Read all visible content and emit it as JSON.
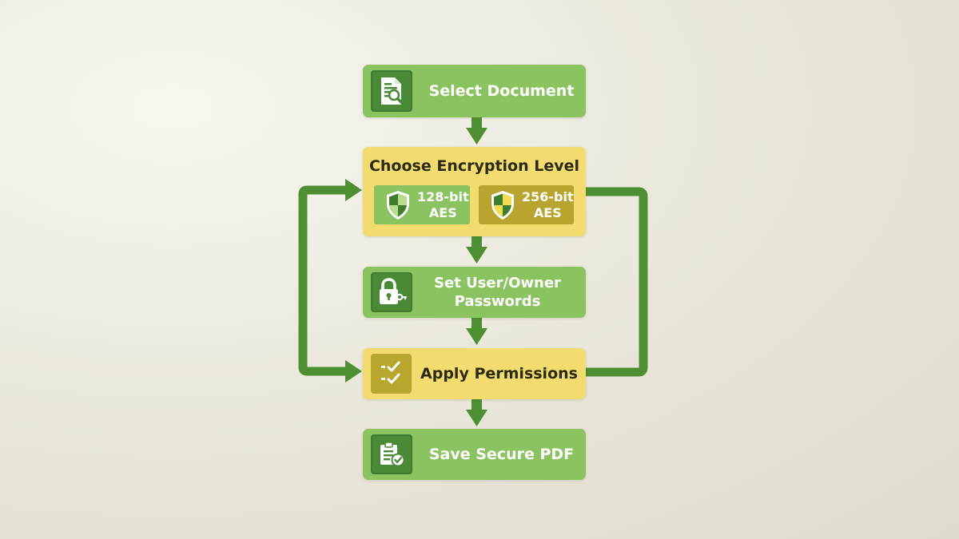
{
  "steps": {
    "select_document": "Select Document",
    "choose_encryption": {
      "title": "Choose Encryption Level",
      "options": [
        {
          "line1": "128-bit",
          "line2": "AES"
        },
        {
          "line1": "256-bit",
          "line2": "AES"
        }
      ]
    },
    "set_passwords": {
      "line1": "Set User/Owner",
      "line2": "Passwords"
    },
    "apply_permissions": "Apply Permissions",
    "save_pdf": "Save Secure PDF"
  },
  "colors": {
    "step_green": "#8bc360",
    "step_yellow": "#f3dc6f",
    "arrow": "#4e8f33",
    "icon_tile_green": "#4a8a36",
    "icon_tile_olive": "#b8a72e"
  },
  "icons": [
    "document-search-icon",
    "shield-icon",
    "padlock-key-icon",
    "checklist-icon",
    "clipboard-check-icon"
  ]
}
